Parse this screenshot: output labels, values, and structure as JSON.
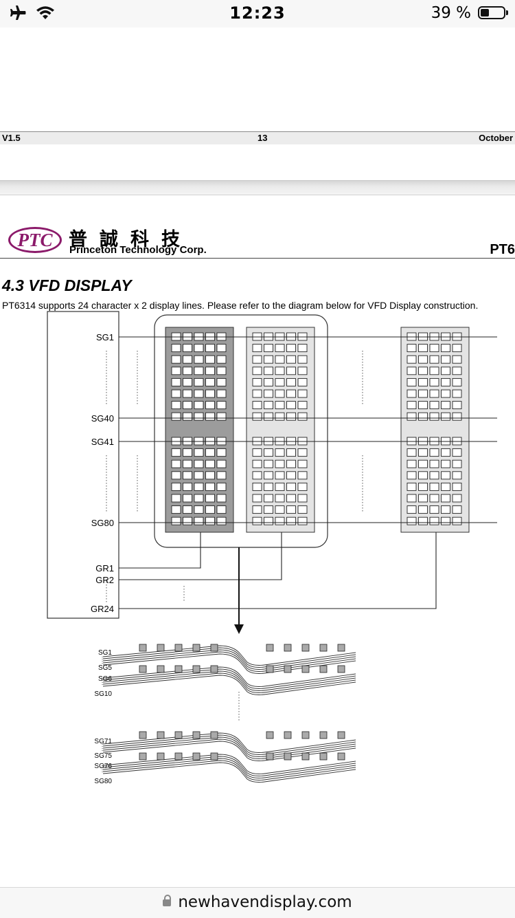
{
  "status_bar": {
    "time": "12:23",
    "battery_percent": "39 %",
    "battery_level": 0.39
  },
  "page_footer": {
    "version": "V1.5",
    "page_number": "13",
    "date": "October"
  },
  "header": {
    "logo_text": "PTC",
    "chinese_name": "普誠科技",
    "company_name": "Princeton Technology Corp.",
    "part_number": "PT6"
  },
  "section": {
    "title": "4.3 VFD DISPLAY",
    "intro": "PT6314 supports 24 character x 2 display lines. Please refer to the diagram below for VFD Display construction."
  },
  "diagram": {
    "segment_labels": [
      "SG1",
      "SG40",
      "SG41",
      "SG80"
    ],
    "grid_labels": [
      "GR1",
      "GR2",
      "GR24"
    ],
    "detail_labels_top": [
      "SG1",
      "SG5",
      "SG6",
      "SG10"
    ],
    "detail_labels_bottom": [
      "SG71",
      "SG75",
      "SG76",
      "SG80"
    ]
  },
  "browser": {
    "url": "newhavendisplay.com"
  }
}
